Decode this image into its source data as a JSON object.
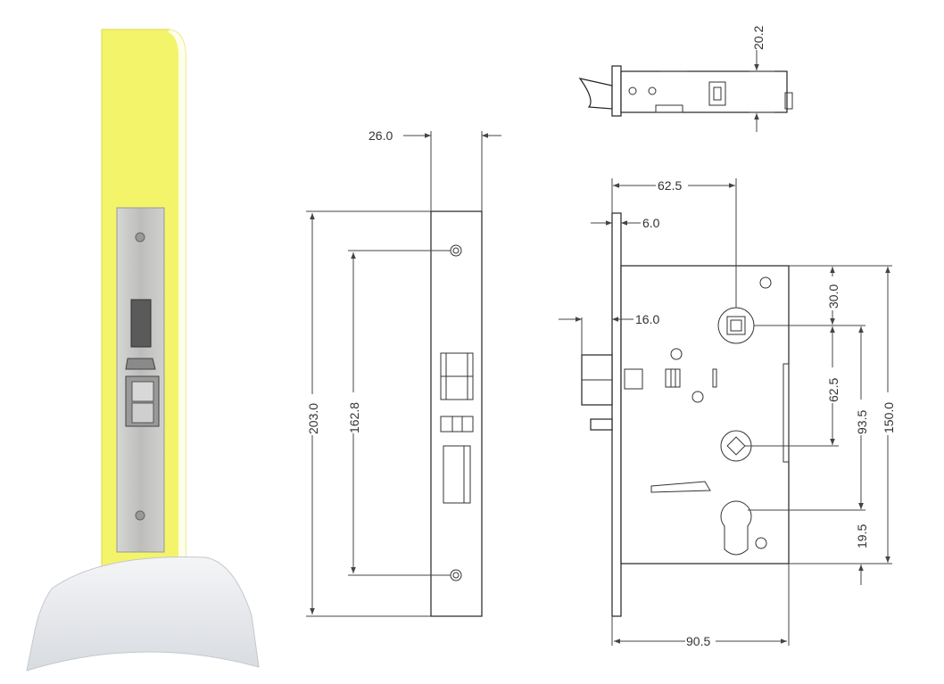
{
  "photo": {
    "alt_subject": "mortise-lock-on-door-stand",
    "colors": {
      "door_edge": "#f3f46a",
      "faceplate": "#c7c7c5",
      "base": "#e9ebef"
    }
  },
  "front_view": {
    "dimensions": {
      "width": "26.0",
      "height": "203.0",
      "screw_spacing": "162.8"
    }
  },
  "top_view": {
    "dimensions": {
      "thickness": "20.2"
    }
  },
  "side_view": {
    "dimensions": {
      "backset": "62.5",
      "faceplate_thickness": "6.0",
      "bolt_projection": "16.0",
      "top_to_spindle": "30.0",
      "spindle_to_lower_hub": "62.5",
      "spindle_to_cylinder": "93.5",
      "body_height": "150.0",
      "cylinder_to_bottom": "19.5",
      "body_width": "90.5"
    }
  }
}
